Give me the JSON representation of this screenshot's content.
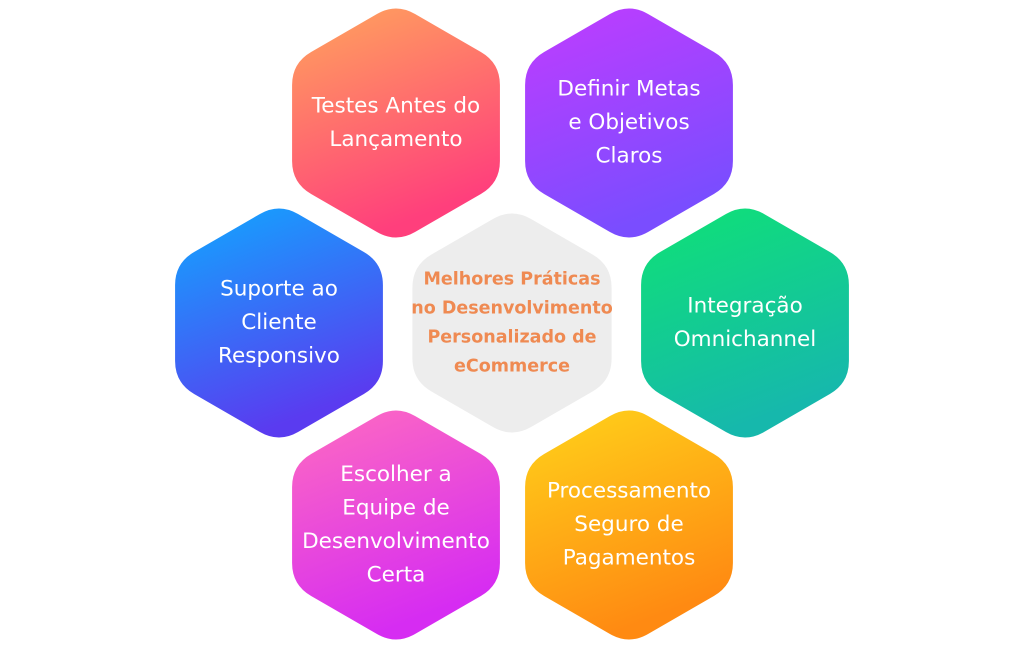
{
  "center": {
    "lines": [
      "Melhores Práticas",
      "no Desenvolvimento",
      "Personalizado de",
      "eCommerce"
    ],
    "fill": "#ededed",
    "text_color": "#ef8a52"
  },
  "hexagons": [
    {
      "id": "testes-antes-do-lancamento",
      "lines": [
        "Testes Antes do",
        "Lançamento"
      ],
      "colors": [
        "#ffa55c",
        "#ff3f7c"
      ]
    },
    {
      "id": "definir-metas-e-objetivos-claros",
      "lines": [
        "Definir Metas",
        "e Objetivos",
        "Claros"
      ],
      "colors": [
        "#c13cff",
        "#7a4dff"
      ]
    },
    {
      "id": "suporte-ao-cliente-responsivo",
      "lines": [
        "Suporte ao",
        "Cliente",
        "Responsivo"
      ],
      "colors": [
        "#10a8ff",
        "#5a3bf0"
      ]
    },
    {
      "id": "integracao-omnichannel",
      "lines": [
        "Integração",
        "Omnichannel"
      ],
      "colors": [
        "#0fe275",
        "#16b8ac"
      ]
    },
    {
      "id": "escolher-a-equipe-de-desenvolvimento-certa",
      "lines": [
        "Escolher a",
        "Equipe de",
        "Desenvolvimento",
        "Certa"
      ],
      "colors": [
        "#ff6cc0",
        "#d62cf2"
      ]
    },
    {
      "id": "processamento-seguro-de-pagamentos",
      "lines": [
        "Processamento",
        "Seguro de",
        "Pagamentos"
      ],
      "colors": [
        "#ffd31a",
        "#ff8a12"
      ]
    }
  ]
}
